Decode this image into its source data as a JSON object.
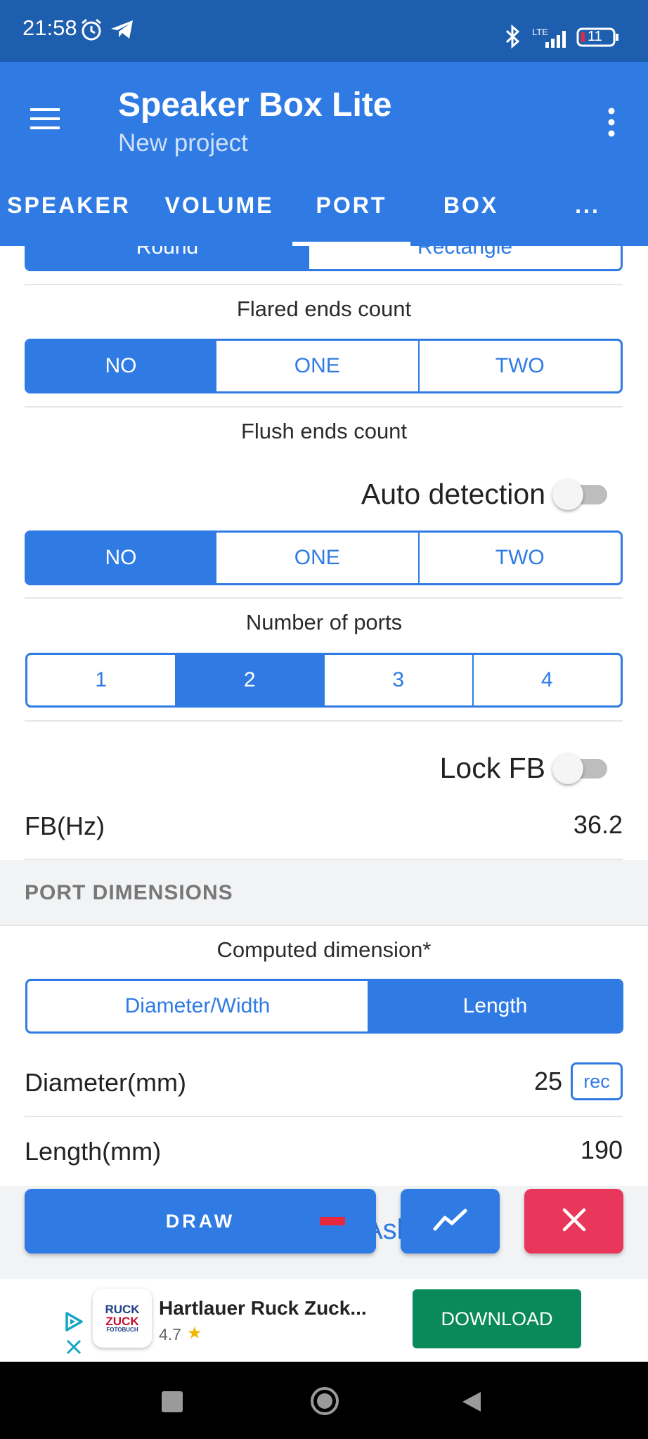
{
  "status_bar": {
    "time": "21:58",
    "network": "LTE",
    "battery": "11"
  },
  "app_bar": {
    "title": "Speaker Box Lite",
    "subtitle": "New project"
  },
  "tabs": [
    {
      "label": "SPEAKER"
    },
    {
      "label": "VOLUME"
    },
    {
      "label": "PORT",
      "selected": true
    },
    {
      "label": "BOX"
    },
    {
      "label": "..."
    }
  ],
  "port_shape": {
    "options": [
      "Round",
      "Rectangle"
    ],
    "selected": "Round"
  },
  "flared_ends": {
    "label": "Flared ends count",
    "options": [
      "NO",
      "ONE",
      "TWO"
    ],
    "selected": "NO"
  },
  "flush_ends": {
    "label": "Flush ends count",
    "auto_detection_label": "Auto detection",
    "auto_detection_on": false,
    "options": [
      "NO",
      "ONE",
      "TWO"
    ],
    "selected": "NO"
  },
  "ports": {
    "label": "Number of ports",
    "options": [
      "1",
      "2",
      "3",
      "4"
    ],
    "selected": "2"
  },
  "lock_fb": {
    "label": "Lock FB",
    "on": false
  },
  "fb": {
    "label": "FB(Hz)",
    "value": "36.2"
  },
  "port_dimensions": {
    "header": "PORT DIMENSIONS",
    "computed_label": "Computed dimension*",
    "computed_options": [
      "Diameter/Width",
      "Length"
    ],
    "computed_selected": "Length",
    "diameter_label": "Diameter(mm)",
    "diameter_value": "25",
    "rec_label": "rec",
    "length_label": "Length(mm)",
    "length_value": "190",
    "hidden_text": "Ask for"
  },
  "actions": {
    "draw_label": "DRAW"
  },
  "ad": {
    "app_name": "Hartlauer Ruck Zuck...",
    "rating": "4.7",
    "download_label": "DOWNLOAD",
    "logo_text": [
      "RUCK",
      "ZUCK",
      "FOTOBUCH"
    ]
  },
  "colors": {
    "primary": "#2f7be3",
    "status_bar": "#1d5fae",
    "close_button": "#e8375a",
    "download_button": "#0a8a5a",
    "draw_indicator": "#e8283c"
  }
}
